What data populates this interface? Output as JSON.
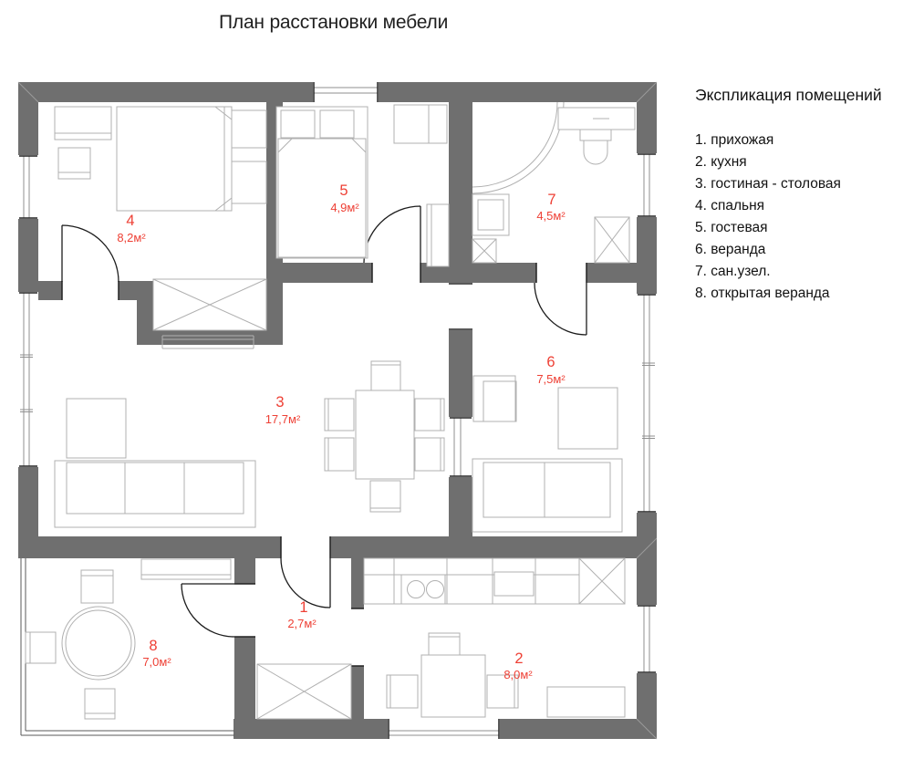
{
  "title": "План расстановки мебели",
  "legend": {
    "heading": "Экспликация помещений",
    "items": [
      "1. прихожая",
      "2. кухня",
      "3. гостиная - столовая",
      "4. спальня",
      "5. гостевая",
      "6. веранда",
      "7. сан.узел.",
      "8. открытая веранда"
    ]
  },
  "rooms": [
    {
      "number": "1",
      "name": "прихожая",
      "area": "2,7м²"
    },
    {
      "number": "2",
      "name": "кухня",
      "area": "8,0м²"
    },
    {
      "number": "3",
      "name": "гостиная - столовая",
      "area": "17,7м²"
    },
    {
      "number": "4",
      "name": "спальня",
      "area": "8,2м²"
    },
    {
      "number": "5",
      "name": "гостевая",
      "area": "4,9м²"
    },
    {
      "number": "6",
      "name": "веранда",
      "area": "7,5м²"
    },
    {
      "number": "7",
      "name": "сан.узел.",
      "area": "4,5м²"
    },
    {
      "number": "8",
      "name": "открытая веранда",
      "area": "7,0м²"
    }
  ],
  "colors": {
    "wall": "#6f6f6f",
    "furniture_line": "#b0b0b0",
    "room_label": "#ee4035",
    "door_line": "#1c1c1c"
  }
}
